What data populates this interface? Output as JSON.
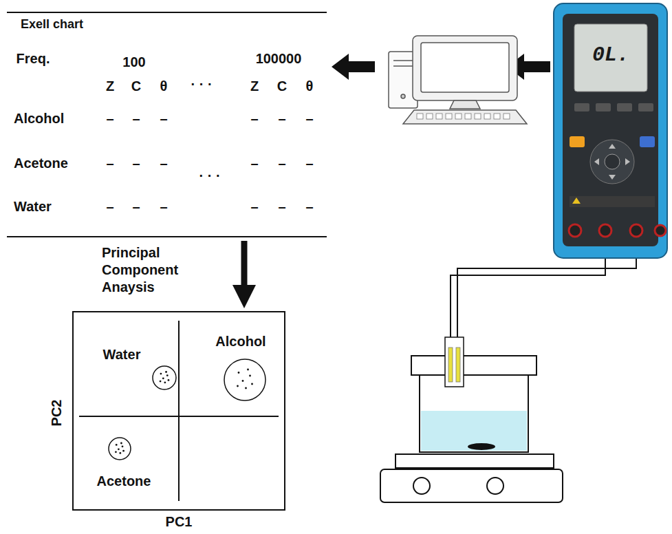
{
  "diagram": {
    "nodes": [
      {
        "text": [
          "Exell chart"
        ]
      },
      {
        "text": [
          "PC2",
          "PC1"
        ]
      },
      {
        "text": [
          "Water"
        ],
        "in": 1
      },
      {
        "text": [
          "Alcohol"
        ],
        "in": 1
      },
      {
        "text": [
          "Acetone"
        ],
        "in": 1
      }
    ],
    "edges": [
      {
        "from": 0,
        "to": 1,
        "arrow": "to",
        "label": "Principal Component Anaysis"
      }
    ],
    "labels": [
      "Freq.",
      "100",
      "100000",
      "Z",
      "C",
      "θ",
      "· · ·",
      "Z",
      "C",
      "θ",
      "Alcohol",
      "Acetone",
      "Water",
      "· · ·",
      "–",
      "–",
      "–",
      "–",
      "–",
      "–",
      "–",
      "–",
      "–",
      "–",
      "–",
      "–",
      "–",
      "–",
      "–",
      "–",
      "–",
      "–",
      "0L."
    ]
  }
}
